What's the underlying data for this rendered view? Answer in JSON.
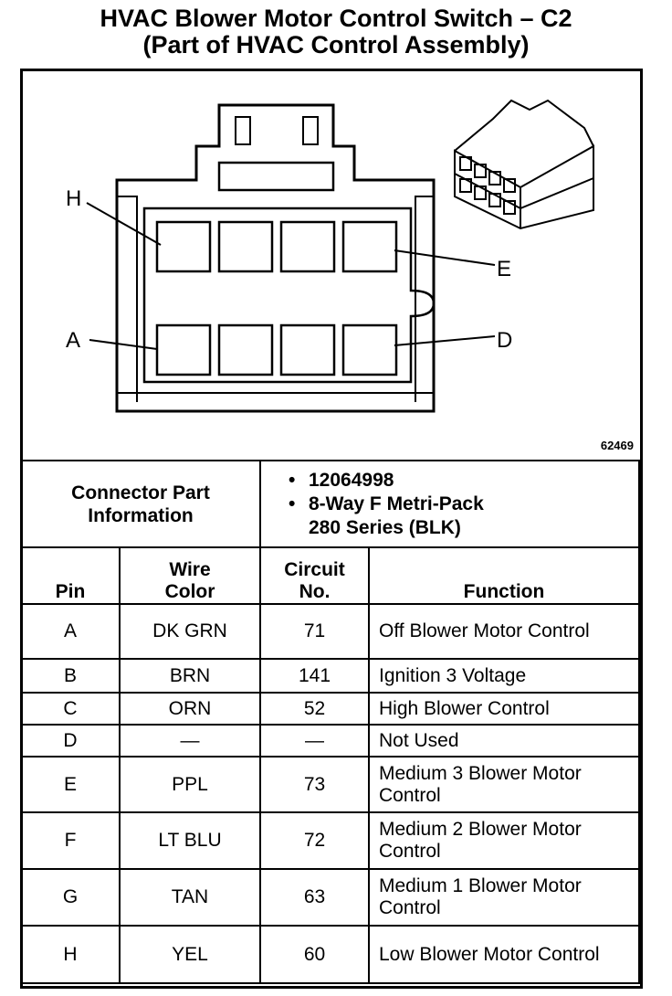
{
  "title_line1": "HVAC Blower Motor Control Switch – C2",
  "title_line2": "(Part of HVAC Control Assembly)",
  "diagram": {
    "pin_labels": [
      "H",
      "E",
      "A",
      "D"
    ],
    "figure_number": "62469"
  },
  "connector_info": {
    "label": "Connector Part Information",
    "part_number": "12064998",
    "description_line1": "8-Way F Metri-Pack",
    "description_line2": "280 Series (BLK)"
  },
  "headers": {
    "pin": "Pin",
    "wire_color": "Wire Color",
    "circuit": "Circuit No.",
    "function": "Function"
  },
  "rows": [
    {
      "pin": "A",
      "wire": "DK GRN",
      "circuit": "71",
      "function": "Off Blower Motor Control"
    },
    {
      "pin": "B",
      "wire": "BRN",
      "circuit": "141",
      "function": "Ignition 3 Voltage"
    },
    {
      "pin": "C",
      "wire": "ORN",
      "circuit": "52",
      "function": "High Blower Control"
    },
    {
      "pin": "D",
      "wire": "—",
      "circuit": "—",
      "function": "Not Used"
    },
    {
      "pin": "E",
      "wire": "PPL",
      "circuit": "73",
      "function": "Medium 3 Blower Motor Control"
    },
    {
      "pin": "F",
      "wire": "LT BLU",
      "circuit": "72",
      "function": "Medium 2 Blower Motor Control"
    },
    {
      "pin": "G",
      "wire": "TAN",
      "circuit": "63",
      "function": "Medium 1 Blower Motor Control"
    },
    {
      "pin": "H",
      "wire": "YEL",
      "circuit": "60",
      "function": "Low Blower Motor Control"
    }
  ]
}
